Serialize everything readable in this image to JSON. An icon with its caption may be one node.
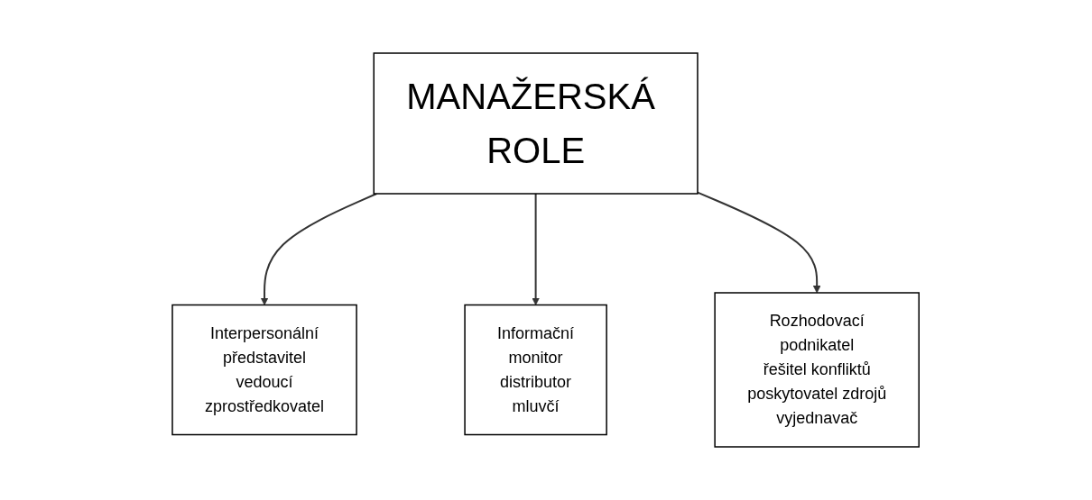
{
  "diagram": {
    "nodes": [
      {
        "text": [
          "MANAŽERSKÁ ROLE"
        ]
      },
      {
        "text": [
          "Interpersonální",
          "představitel",
          "vedoucí",
          "zprostředkovatel"
        ]
      },
      {
        "text": [
          "Informační",
          "monitor",
          "distributor",
          "mluvčí"
        ]
      },
      {
        "text": [
          "Rozhodovací",
          "podnikatel",
          "řešitel konfliktů",
          "poskytovatel zdrojů",
          "vyjednavač"
        ]
      }
    ],
    "edges": [
      {
        "from": 0,
        "to": 1,
        "arrow": "to"
      },
      {
        "from": 0,
        "to": 2,
        "arrow": "to"
      },
      {
        "from": 0,
        "to": 3,
        "arrow": "to"
      }
    ]
  }
}
